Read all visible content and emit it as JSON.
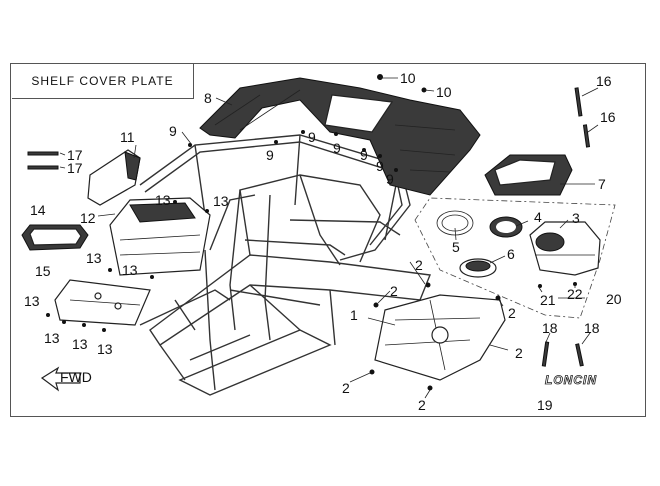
{
  "title": "SHELF COVER PLATE",
  "brand": "LONCIN",
  "arrow_text": "FWD",
  "callouts": {
    "c1": "1",
    "c2a": "2",
    "c2b": "2",
    "c2c": "2",
    "c2d": "2",
    "c2e": "2",
    "c2f": "2",
    "c3": "3",
    "c4": "4",
    "c5": "5",
    "c6": "6",
    "c7": "7",
    "c8": "8",
    "c9a": "9",
    "c9b": "9",
    "c9c": "9",
    "c9d": "9",
    "c9e": "9",
    "c9f": "9",
    "c9g": "9",
    "c10a": "10",
    "c10b": "10",
    "c11": "11",
    "c12": "12",
    "c13a": "13",
    "c13b": "13",
    "c13c": "13",
    "c13d": "13",
    "c13e": "13",
    "c13f": "13",
    "c13g": "13",
    "c13h": "13",
    "c14": "14",
    "c15": "15",
    "c16a": "16",
    "c16b": "16",
    "c17a": "17",
    "c17b": "17",
    "c18a": "18",
    "c18b": "18",
    "c19": "19",
    "c20": "20",
    "c21": "21",
    "c22": "22"
  }
}
